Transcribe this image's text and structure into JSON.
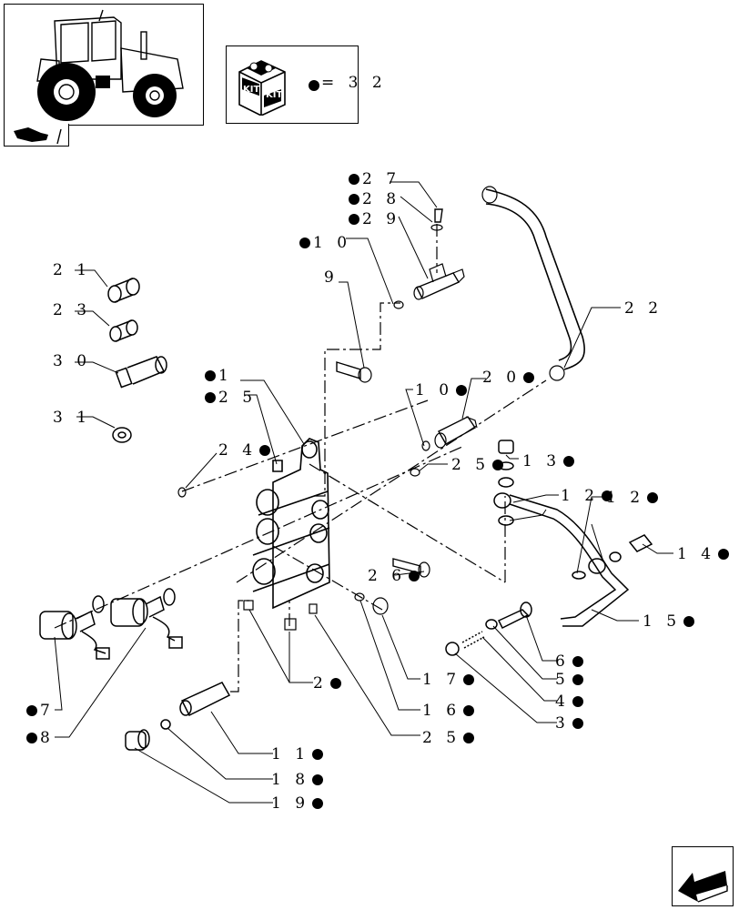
{
  "kit_legend": {
    "text": "= 3 2",
    "icon": "kit-box-icon",
    "kit_labels": [
      "KIT",
      "KIT"
    ]
  },
  "thumbnail": {
    "icon": "tractor-icon",
    "tab_icon": "hand-pointer-icon"
  },
  "nav": {
    "icon": "arrow-back-icon"
  },
  "colors": {
    "ink": "#000000",
    "paper": "#ffffff"
  },
  "labels": [
    {
      "id": "27",
      "text": "2 7",
      "dot": "before"
    },
    {
      "id": "28",
      "text": "2 8",
      "dot": "before"
    },
    {
      "id": "29",
      "text": "2 9",
      "dot": "before"
    },
    {
      "id": "10a",
      "text": "1 0",
      "dot": "before"
    },
    {
      "id": "9",
      "text": "9",
      "dot": "none"
    },
    {
      "id": "21",
      "text": "2 1",
      "dot": "none"
    },
    {
      "id": "23",
      "text": "2 3",
      "dot": "none"
    },
    {
      "id": "30",
      "text": "3 0",
      "dot": "none"
    },
    {
      "id": "31",
      "text": "3 1",
      "dot": "none"
    },
    {
      "id": "22",
      "text": "2 2",
      "dot": "none"
    },
    {
      "id": "1",
      "text": "1",
      "dot": "before"
    },
    {
      "id": "25a",
      "text": "2 5",
      "dot": "before"
    },
    {
      "id": "10b",
      "text": "1 0",
      "dot": "after"
    },
    {
      "id": "20",
      "text": "2 0",
      "dot": "after"
    },
    {
      "id": "24",
      "text": "2 4",
      "dot": "after"
    },
    {
      "id": "25b",
      "text": "2 5",
      "dot": "after"
    },
    {
      "id": "13",
      "text": "1 3",
      "dot": "after"
    },
    {
      "id": "12a",
      "text": "1 2",
      "dot": "after"
    },
    {
      "id": "12b",
      "text": "1 2",
      "dot": "after"
    },
    {
      "id": "14",
      "text": "1 4",
      "dot": "after"
    },
    {
      "id": "26",
      "text": "2 6",
      "dot": "after"
    },
    {
      "id": "15",
      "text": "1 5",
      "dot": "after"
    },
    {
      "id": "6",
      "text": "6",
      "dot": "after"
    },
    {
      "id": "5",
      "text": "5",
      "dot": "after"
    },
    {
      "id": "4",
      "text": "4",
      "dot": "after"
    },
    {
      "id": "3",
      "text": "3",
      "dot": "after"
    },
    {
      "id": "2",
      "text": "2",
      "dot": "after"
    },
    {
      "id": "17",
      "text": "1 7",
      "dot": "after"
    },
    {
      "id": "16",
      "text": "1 6",
      "dot": "after"
    },
    {
      "id": "25c",
      "text": "2 5",
      "dot": "after"
    },
    {
      "id": "7",
      "text": "7",
      "dot": "before"
    },
    {
      "id": "8",
      "text": "8",
      "dot": "before"
    },
    {
      "id": "11",
      "text": "1 1",
      "dot": "after"
    },
    {
      "id": "18",
      "text": "1 8",
      "dot": "after"
    },
    {
      "id": "19",
      "text": "1 9",
      "dot": "after"
    }
  ]
}
